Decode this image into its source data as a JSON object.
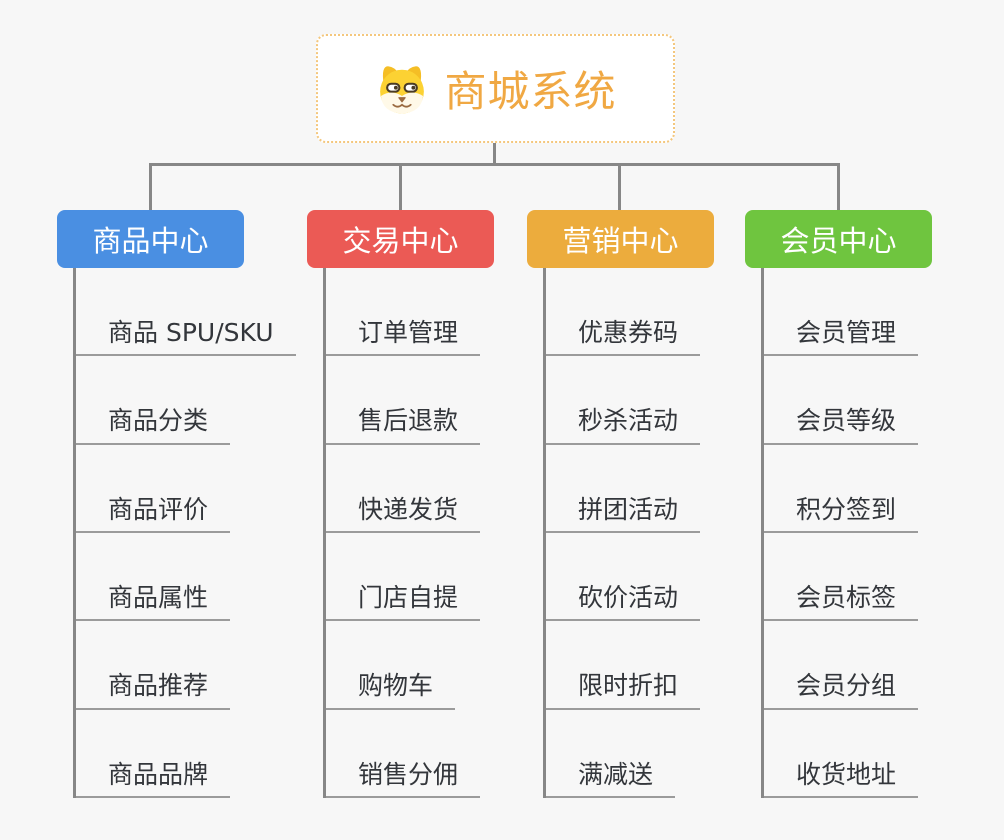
{
  "root": {
    "title": "商城系统",
    "icon": "doge-icon"
  },
  "colors": {
    "background": "#f7f7f7",
    "connector": "#878787",
    "leaf_underline": "#9b9b9b",
    "leaf_text": "#33363b",
    "root_text": "#f0a843",
    "root_border": "#f4c77d",
    "branch_product": "#4a8fe2",
    "branch_trade": "#eb5a55",
    "branch_marketing": "#ecac3d",
    "branch_member": "#6fc53f"
  },
  "branches": [
    {
      "label": "商品中心",
      "color": "#4a8fe2",
      "children": [
        "商品 SPU/SKU",
        "商品分类",
        "商品评价",
        "商品属性",
        "商品推荐",
        "商品品牌"
      ]
    },
    {
      "label": "交易中心",
      "color": "#eb5a55",
      "children": [
        "订单管理",
        "售后退款",
        "快递发货",
        "门店自提",
        "购物车",
        "销售分佣"
      ]
    },
    {
      "label": "营销中心",
      "color": "#ecac3d",
      "children": [
        "优惠券码",
        "秒杀活动",
        "拼团活动",
        "砍价活动",
        "限时折扣",
        "满减送"
      ]
    },
    {
      "label": "会员中心",
      "color": "#6fc53f",
      "children": [
        "会员管理",
        "会员等级",
        "积分签到",
        "会员标签",
        "会员分组",
        "收货地址"
      ]
    }
  ]
}
